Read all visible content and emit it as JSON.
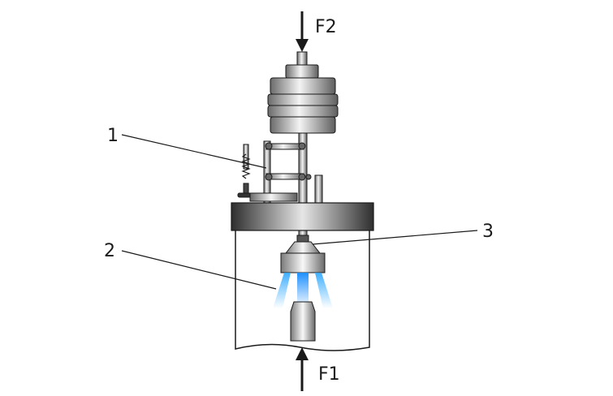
{
  "labels": {
    "force_top": "F2",
    "force_bottom": "F1",
    "callout_1": "1",
    "callout_2": "2",
    "callout_3": "3"
  },
  "colors": {
    "outline": "#1a1a1a",
    "metal_dark": "#5a5a5a",
    "metal_light": "#f2f2f2",
    "flange_dark": "#333333",
    "jet_blue": "#1e90ff"
  }
}
